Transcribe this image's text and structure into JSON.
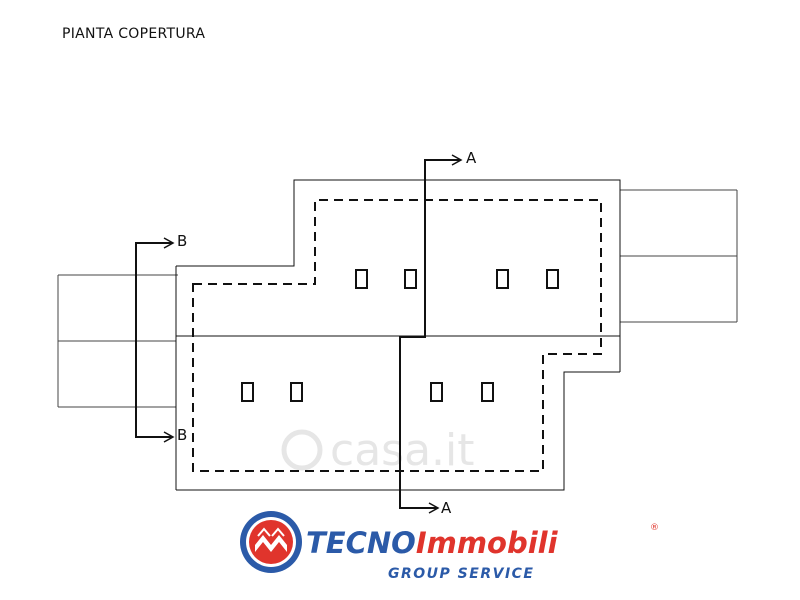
{
  "title": "PIANTA COPERTURA",
  "sections": {
    "a_top": "A",
    "a_bottom": "A",
    "b_top": "B",
    "b_bottom": "B"
  },
  "watermark": "casa.it",
  "logo": {
    "name_part1": "TECNO",
    "name_part2": "Immobili",
    "registered": "®",
    "tagline": "GROUP SERVICE",
    "colors": {
      "blue": "#2b5aa8",
      "red": "#e0342c"
    }
  },
  "colors": {
    "line": "#111111",
    "thin_line": "#444444"
  }
}
